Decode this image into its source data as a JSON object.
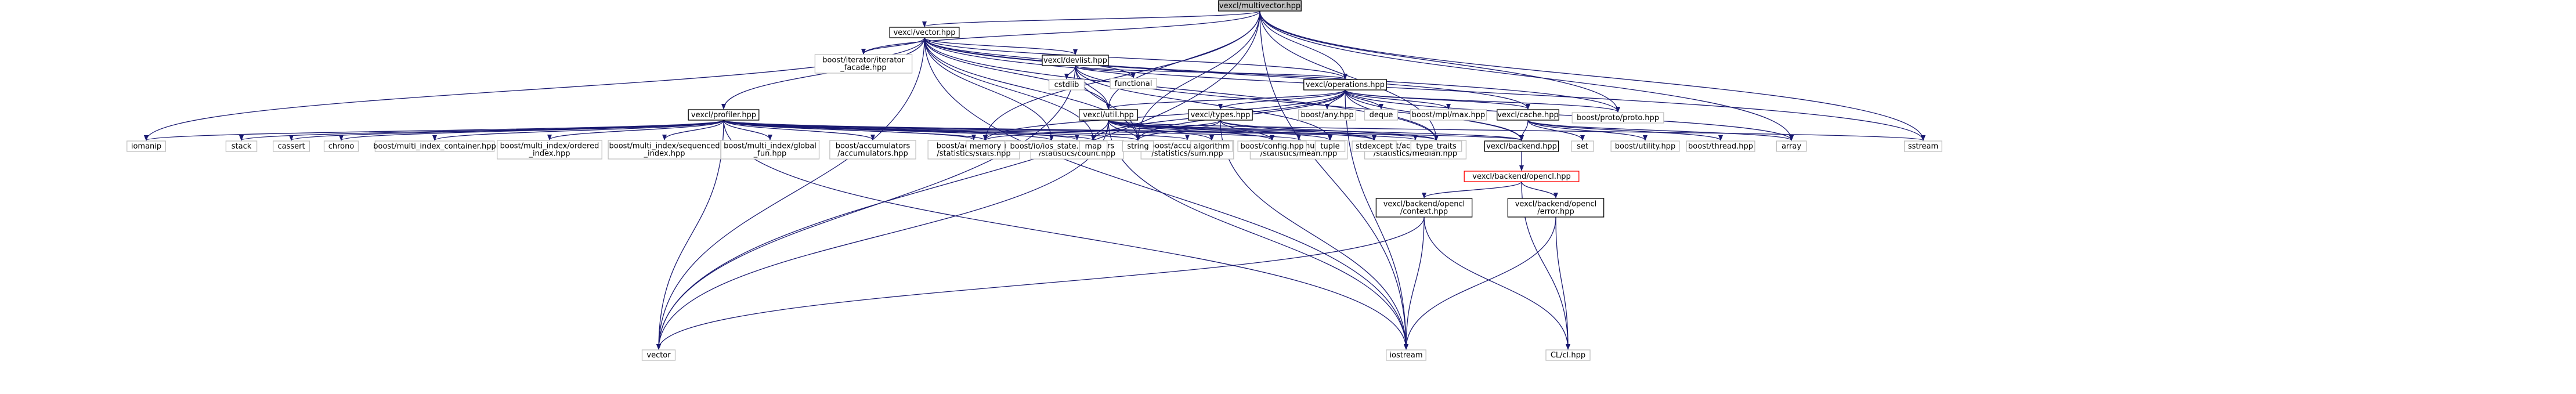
{
  "colors": {
    "edge": "#191970",
    "root_fill": "#bfbfbf",
    "root_stroke": "#000000",
    "internal_fill": "#ffffff",
    "internal_stroke": "#000000",
    "external_fill": "#ffffff",
    "external_stroke": "#bfbfbf",
    "unresolved_stroke": "#ff0000",
    "background": "#ffffff"
  },
  "nodes": [
    {
      "id": "multivector",
      "lines": [
        "vexcl/multivector.hpp"
      ],
      "kind": "root"
    },
    {
      "id": "vector",
      "lines": [
        "vexcl/vector.hpp"
      ],
      "kind": "internal"
    },
    {
      "id": "devlist",
      "lines": [
        "vexcl/devlist.hpp"
      ],
      "kind": "internal"
    },
    {
      "id": "operations",
      "lines": [
        "vexcl/operations.hpp"
      ],
      "kind": "internal"
    },
    {
      "id": "profiler",
      "lines": [
        "vexcl/profiler.hpp"
      ],
      "kind": "internal"
    },
    {
      "id": "util",
      "lines": [
        "vexcl/util.hpp"
      ],
      "kind": "internal"
    },
    {
      "id": "types",
      "lines": [
        "vexcl/types.hpp"
      ],
      "kind": "internal"
    },
    {
      "id": "cache",
      "lines": [
        "vexcl/cache.hpp"
      ],
      "kind": "internal"
    },
    {
      "id": "backend",
      "lines": [
        "vexcl/backend.hpp"
      ],
      "kind": "internal"
    },
    {
      "id": "backend_opencl",
      "lines": [
        "vexcl/backend/opencl.hpp"
      ],
      "kind": "unresolved"
    },
    {
      "id": "context",
      "lines": [
        "vexcl/backend/opencl",
        "/context.hpp"
      ],
      "kind": "internal"
    },
    {
      "id": "error",
      "lines": [
        "vexcl/backend/opencl",
        "/error.hpp"
      ],
      "kind": "internal"
    },
    {
      "id": "iterator_facade",
      "lines": [
        "boost/iterator/iterator",
        "_facade.hpp"
      ],
      "kind": "external"
    },
    {
      "id": "proto",
      "lines": [
        "boost/proto/proto.hpp"
      ],
      "kind": "external"
    },
    {
      "id": "functional",
      "lines": [
        "functional"
      ],
      "kind": "external"
    },
    {
      "id": "cstdlib",
      "lines": [
        "cstdlib"
      ],
      "kind": "external"
    },
    {
      "id": "boost_any",
      "lines": [
        "boost/any.hpp"
      ],
      "kind": "external"
    },
    {
      "id": "deque",
      "lines": [
        "deque"
      ],
      "kind": "external"
    },
    {
      "id": "boost_mpl_max",
      "lines": [
        "boost/mpl/max.hpp"
      ],
      "kind": "external"
    },
    {
      "id": "iomanip",
      "lines": [
        "iomanip"
      ],
      "kind": "external"
    },
    {
      "id": "stack",
      "lines": [
        "stack"
      ],
      "kind": "external"
    },
    {
      "id": "cassert",
      "lines": [
        "cassert"
      ],
      "kind": "external"
    },
    {
      "id": "chrono",
      "lines": [
        "chrono"
      ],
      "kind": "external"
    },
    {
      "id": "mi_container",
      "lines": [
        "boost/multi_index_container.hpp"
      ],
      "kind": "external"
    },
    {
      "id": "mi_ordered",
      "lines": [
        "boost/multi_index/ordered",
        "_index.hpp"
      ],
      "kind": "external"
    },
    {
      "id": "mi_sequenced",
      "lines": [
        "boost/multi_index/sequenced",
        "_index.hpp"
      ],
      "kind": "external"
    },
    {
      "id": "mi_global_fun",
      "lines": [
        "boost/multi_index/global",
        "_fun.hpp"
      ],
      "kind": "external"
    },
    {
      "id": "acc_accumulators",
      "lines": [
        "boost/accumulators",
        "/accumulators.hpp"
      ],
      "kind": "external"
    },
    {
      "id": "acc_stats",
      "lines": [
        "boost/accumulators",
        "/statistics/stats.hpp"
      ],
      "kind": "external"
    },
    {
      "id": "acc_count",
      "lines": [
        "boost/accumulators",
        "/statistics/count.hpp"
      ],
      "kind": "external"
    },
    {
      "id": "acc_sum",
      "lines": [
        "boost/accumulators",
        "/statistics/sum.hpp"
      ],
      "kind": "external"
    },
    {
      "id": "acc_mean",
      "lines": [
        "boost/accumulators",
        "/statistics/mean.hpp"
      ],
      "kind": "external"
    },
    {
      "id": "acc_median",
      "lines": [
        "boost/accumulators",
        "/statistics/median.hpp"
      ],
      "kind": "external"
    },
    {
      "id": "memory",
      "lines": [
        "memory"
      ],
      "kind": "external"
    },
    {
      "id": "io_state",
      "lines": [
        "boost/io/ios_state.hpp"
      ],
      "kind": "external"
    },
    {
      "id": "map",
      "lines": [
        "map"
      ],
      "kind": "external"
    },
    {
      "id": "string",
      "lines": [
        "string"
      ],
      "kind": "external"
    },
    {
      "id": "algorithm",
      "lines": [
        "algorithm"
      ],
      "kind": "external"
    },
    {
      "id": "boost_config",
      "lines": [
        "boost/config.hpp"
      ],
      "kind": "external"
    },
    {
      "id": "tuple",
      "lines": [
        "tuple"
      ],
      "kind": "external"
    },
    {
      "id": "stdexcept",
      "lines": [
        "stdexcept"
      ],
      "kind": "external"
    },
    {
      "id": "type_traits",
      "lines": [
        "type_traits"
      ],
      "kind": "external"
    },
    {
      "id": "set",
      "lines": [
        "set"
      ],
      "kind": "external"
    },
    {
      "id": "boost_utility",
      "lines": [
        "boost/utility.hpp"
      ],
      "kind": "external"
    },
    {
      "id": "boost_thread",
      "lines": [
        "boost/thread.hpp"
      ],
      "kind": "external"
    },
    {
      "id": "array",
      "lines": [
        "array"
      ],
      "kind": "external"
    },
    {
      "id": "sstream",
      "lines": [
        "sstream"
      ],
      "kind": "external"
    },
    {
      "id": "std_vector",
      "lines": [
        "vector"
      ],
      "kind": "external"
    },
    {
      "id": "iostream",
      "lines": [
        "iostream"
      ],
      "kind": "external"
    },
    {
      "id": "cl_hpp",
      "lines": [
        "CL/cl.hpp"
      ],
      "kind": "external"
    }
  ],
  "edges": [
    [
      "multivector",
      "vector"
    ],
    [
      "multivector",
      "iterator_facade"
    ],
    [
      "multivector",
      "operations"
    ],
    [
      "multivector",
      "proto"
    ],
    [
      "multivector",
      "util"
    ],
    [
      "multivector",
      "string"
    ],
    [
      "multivector",
      "array"
    ],
    [
      "multivector",
      "sstream"
    ],
    [
      "multivector",
      "std_vector"
    ],
    [
      "multivector",
      "iostream"
    ],
    [
      "multivector",
      "memory"
    ],
    [
      "multivector",
      "type_traits"
    ],
    [
      "vector",
      "devlist"
    ],
    [
      "vector",
      "operations"
    ],
    [
      "vector",
      "profiler"
    ],
    [
      "vector",
      "util"
    ],
    [
      "vector",
      "iterator_facade"
    ],
    [
      "vector",
      "proto"
    ],
    [
      "vector",
      "functional"
    ],
    [
      "vector",
      "cache"
    ],
    [
      "vector",
      "string"
    ],
    [
      "vector",
      "map"
    ],
    [
      "vector",
      "iostream"
    ],
    [
      "vector",
      "std_vector"
    ],
    [
      "vector",
      "type_traits"
    ],
    [
      "vector",
      "io_state"
    ],
    [
      "vector",
      "sstream"
    ],
    [
      "vector",
      "iomanip"
    ],
    [
      "devlist",
      "cstdlib"
    ],
    [
      "devlist",
      "functional"
    ],
    [
      "devlist",
      "util"
    ],
    [
      "devlist",
      "operations"
    ],
    [
      "devlist",
      "std_vector"
    ],
    [
      "devlist",
      "string"
    ],
    [
      "devlist",
      "backend"
    ],
    [
      "devlist",
      "tuple"
    ],
    [
      "operations",
      "util"
    ],
    [
      "operations",
      "types"
    ],
    [
      "operations",
      "cache"
    ],
    [
      "operations",
      "boost_any"
    ],
    [
      "operations",
      "deque"
    ],
    [
      "operations",
      "boost_mpl_max"
    ],
    [
      "operations",
      "proto"
    ],
    [
      "operations",
      "type_traits"
    ],
    [
      "operations",
      "string"
    ],
    [
      "operations",
      "array"
    ],
    [
      "operations",
      "backend"
    ],
    [
      "operations",
      "memory"
    ],
    [
      "operations",
      "map"
    ],
    [
      "operations",
      "iostream"
    ],
    [
      "profiler",
      "iomanip"
    ],
    [
      "profiler",
      "stack"
    ],
    [
      "profiler",
      "cassert"
    ],
    [
      "profiler",
      "chrono"
    ],
    [
      "profiler",
      "mi_container"
    ],
    [
      "profiler",
      "mi_ordered"
    ],
    [
      "profiler",
      "mi_sequenced"
    ],
    [
      "profiler",
      "mi_global_fun"
    ],
    [
      "profiler",
      "acc_accumulators"
    ],
    [
      "profiler",
      "acc_stats"
    ],
    [
      "profiler",
      "acc_count"
    ],
    [
      "profiler",
      "acc_sum"
    ],
    [
      "profiler",
      "acc_mean"
    ],
    [
      "profiler",
      "acc_median"
    ],
    [
      "profiler",
      "memory"
    ],
    [
      "profiler",
      "io_state"
    ],
    [
      "profiler",
      "map"
    ],
    [
      "profiler",
      "string"
    ],
    [
      "profiler",
      "std_vector"
    ],
    [
      "profiler",
      "iostream"
    ],
    [
      "profiler",
      "backend"
    ],
    [
      "util",
      "algorithm"
    ],
    [
      "util",
      "boost_config"
    ],
    [
      "util",
      "tuple"
    ],
    [
      "util",
      "stdexcept"
    ],
    [
      "util",
      "type_traits"
    ],
    [
      "util",
      "backend"
    ],
    [
      "util",
      "string"
    ],
    [
      "util",
      "map"
    ],
    [
      "util",
      "iostream"
    ],
    [
      "util",
      "std_vector"
    ],
    [
      "util",
      "sstream"
    ],
    [
      "types",
      "boost_config"
    ],
    [
      "types",
      "string"
    ],
    [
      "types",
      "type_traits"
    ],
    [
      "types",
      "stdexcept"
    ],
    [
      "types",
      "iostream"
    ],
    [
      "types",
      "memory"
    ],
    [
      "cache",
      "set"
    ],
    [
      "cache",
      "boost_utility"
    ],
    [
      "cache",
      "boost_thread"
    ],
    [
      "cache",
      "backend"
    ],
    [
      "cache",
      "array"
    ],
    [
      "backend",
      "backend_opencl"
    ],
    [
      "backend_opencl",
      "context"
    ],
    [
      "backend_opencl",
      "error"
    ],
    [
      "backend_opencl",
      "cl_hpp"
    ],
    [
      "context",
      "std_vector"
    ],
    [
      "context",
      "iostream"
    ],
    [
      "context",
      "cl_hpp"
    ],
    [
      "error",
      "iostream"
    ],
    [
      "error",
      "cl_hpp"
    ]
  ]
}
